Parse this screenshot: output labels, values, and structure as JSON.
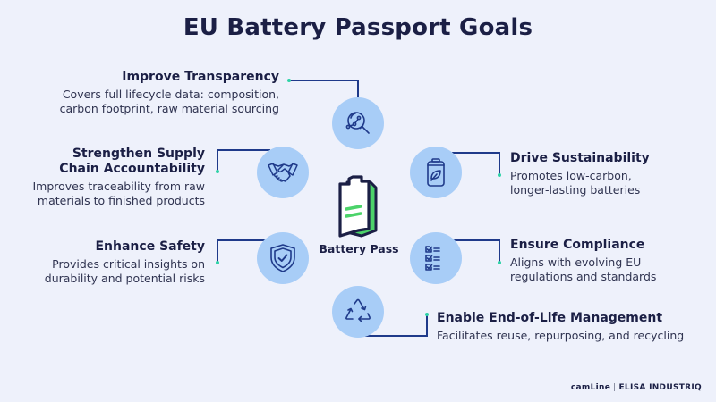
{
  "title": "EU Battery Passport Goals",
  "center": {
    "label": "Battery Pass",
    "icon": "battery-passport-icon",
    "accent_color": "#4cd36a"
  },
  "goals": [
    {
      "id": "transparency",
      "heading": "Improve Transparency",
      "description_lines": [
        "Covers full lifecycle data: composition,",
        "carbon footprint, raw material sourcing"
      ],
      "icon": "magnifier-data-icon",
      "side": "left"
    },
    {
      "id": "supply-chain",
      "heading_lines": [
        "Strengthen Supply",
        "Chain Accountability"
      ],
      "description_lines": [
        "Improves traceability from raw",
        "materials to finished products"
      ],
      "icon": "handshake-icon",
      "side": "left"
    },
    {
      "id": "safety",
      "heading": "Enhance Safety",
      "description_lines": [
        "Provides critical insights on",
        "durability and potential risks"
      ],
      "icon": "shield-check-icon",
      "side": "left"
    },
    {
      "id": "sustainability",
      "heading": "Drive Sustainability",
      "description_lines": [
        "Promotes low-carbon,",
        "longer-lasting batteries"
      ],
      "icon": "battery-leaf-icon",
      "side": "right"
    },
    {
      "id": "compliance",
      "heading": "Ensure Compliance",
      "description_lines": [
        "Aligns with evolving EU",
        "regulations and standards"
      ],
      "icon": "checklist-icon",
      "side": "right"
    },
    {
      "id": "end-of-life",
      "heading": "Enable End-of-Life Management",
      "description_lines": [
        "Facilitates reuse, repurposing, and recycling"
      ],
      "icon": "recycle-icon",
      "side": "right"
    }
  ],
  "colors": {
    "background": "#eef1fb",
    "circle": "#a8cdf7",
    "icon_stroke": "#1f3a8a",
    "connector": "#1f3a8a",
    "connector_dot": "#2ed3a7",
    "heading": "#1b1f45"
  },
  "footer": {
    "brand_left": "camLine",
    "separator": "|",
    "brand_right": "ELISA INDUSTRIQ"
  }
}
